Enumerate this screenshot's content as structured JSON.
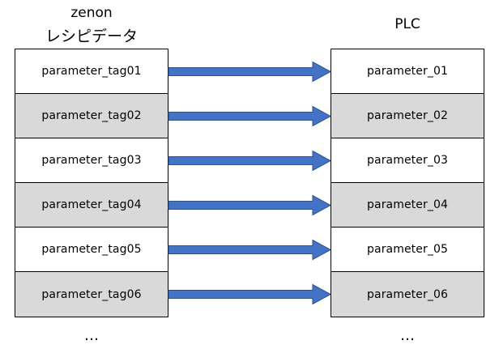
{
  "source": {
    "title_line1": "zenon",
    "title_line2": "レシピデータ",
    "rows": [
      {
        "label": "parameter_tag01",
        "shaded": false
      },
      {
        "label": "parameter_tag02",
        "shaded": true
      },
      {
        "label": "parameter_tag03",
        "shaded": false
      },
      {
        "label": "parameter_tag04",
        "shaded": true
      },
      {
        "label": "parameter_tag05",
        "shaded": false
      },
      {
        "label": "parameter_tag06",
        "shaded": true
      }
    ],
    "more": "…"
  },
  "target": {
    "title": "PLC",
    "rows": [
      {
        "label": "parameter_01",
        "shaded": false
      },
      {
        "label": "parameter_02",
        "shaded": true
      },
      {
        "label": "parameter_03",
        "shaded": false
      },
      {
        "label": "parameter_04",
        "shaded": true
      },
      {
        "label": "parameter_05",
        "shaded": false
      },
      {
        "label": "parameter_06",
        "shaded": true
      }
    ],
    "more": "…"
  },
  "colors": {
    "arrow_fill": "#4472c4",
    "arrow_stroke": "#2f528f",
    "shade": "#d9d9d9"
  }
}
